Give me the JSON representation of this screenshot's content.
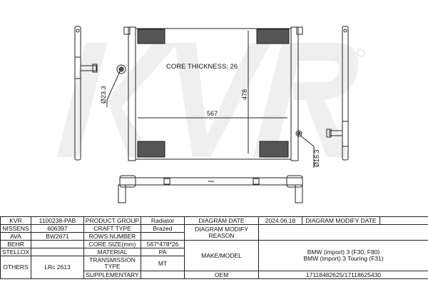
{
  "drawing": {
    "watermark": "KVR",
    "core_thickness_label": "CORE THICKNESS: 26",
    "width_dim": "567",
    "height_dim": "478",
    "inlet_dia": "Ø23.3",
    "outlet_dia": "Ø16.3"
  },
  "spec": {
    "kvr_label": "KVR",
    "kvr_value": "1100238-PAB",
    "nissens_label": "NISSENS",
    "nissens_value": "606397",
    "ava_label": "AVA",
    "ava_value": "BW2671",
    "behr_label": "BEHR",
    "behr_value": "",
    "stellox_label": "STELLOX",
    "stellox_value": "",
    "others_label": "OTHERS",
    "others_value": "LRc 2613",
    "product_group_label": "PRODUCT GROUP",
    "product_group_value": "Radiator",
    "craft_type_label": "CRAFT TYPE",
    "craft_type_value": "Brazed",
    "rows_number_label": "ROWS NUMBER",
    "rows_number_value": "",
    "core_size_label": "CORE SIZE(mm)",
    "core_size_value": "567*478*26",
    "material_label": "MATERIAL",
    "material_value": "PA",
    "transmission_label": "TRANSMISSION TYPE",
    "transmission_value": "MT",
    "supplementary_label": "SUPPLEMENTARY",
    "supplementary_value": "",
    "diagram_date_label": "DIAGRAM DATE",
    "diagram_date_value": "2024.06.18",
    "modify_date_label": "DIAGRAM MODIFY DATE",
    "modify_date_value": "",
    "modify_reason_label": "DIAGRAM MODIFY REASON",
    "modify_reason_value": "",
    "make_model_label": "MAKE/MODEL",
    "make_model_line1": "BMW (import) 3 (F30, F80)",
    "make_model_line2": "BMW (import) 3 Touring (F31)",
    "oem_label": "OEM",
    "oem_value": "17118482625/17118625430"
  }
}
